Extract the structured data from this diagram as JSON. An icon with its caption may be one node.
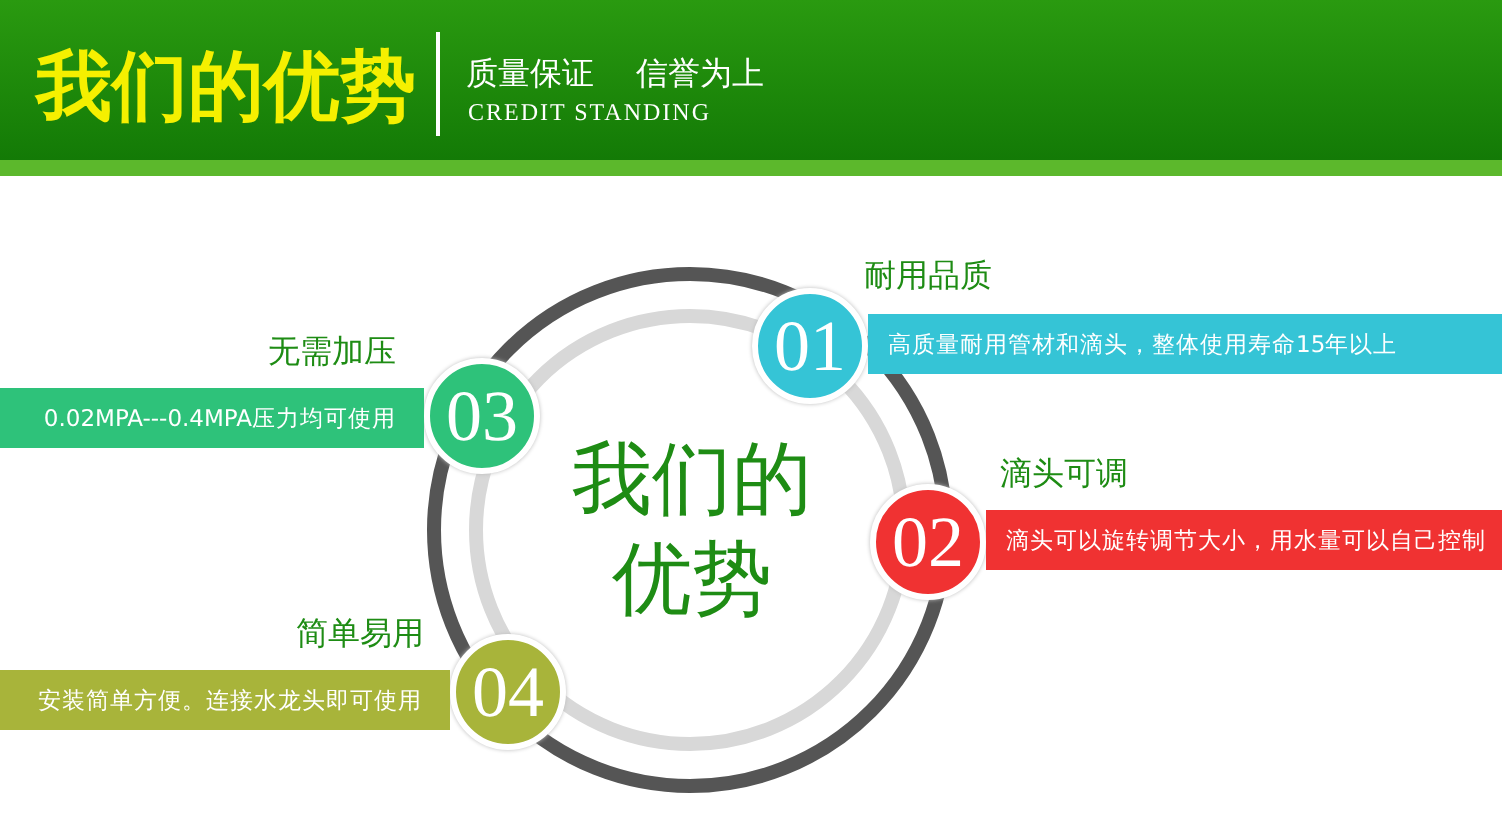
{
  "diagram": {
    "title": "我们的优势",
    "nodes": [
      {
        "text": [
          "我们的优势"
        ]
      },
      {
        "text": [
          "01"
        ]
      },
      {
        "text": [
          "耐用品质",
          "高质量耐用管材和滴头，整体使用寿命15年以上"
        ]
      },
      {
        "text": [
          "02"
        ]
      },
      {
        "text": [
          "滴头可调",
          "滴头可以旋转调节大小，用水量可以自己控制"
        ]
      },
      {
        "text": [
          "03"
        ]
      },
      {
        "text": [
          "无需加压",
          "0.02MPA---0.4MPA压力均可使用"
        ]
      },
      {
        "text": [
          "04"
        ]
      },
      {
        "text": [
          "简单易用",
          "安装简单方便。连接水龙头即可使用"
        ]
      }
    ],
    "labels": [
      "质量保证",
      "信誉为上",
      "CREDIT STANDING"
    ]
  }
}
